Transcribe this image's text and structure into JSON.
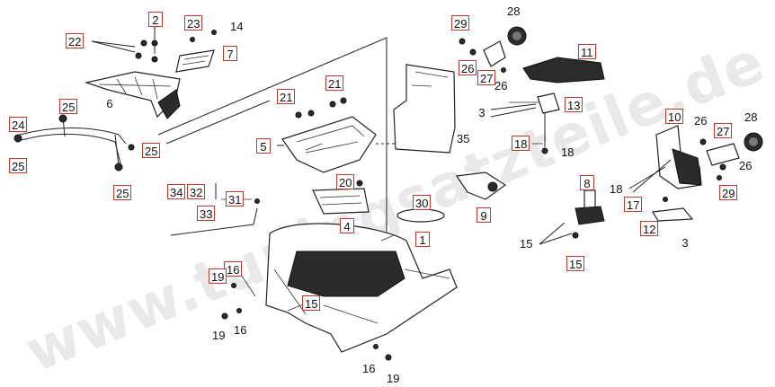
{
  "watermark": "www.tuningsatzteile.de",
  "callouts": [
    {
      "id": "c2",
      "text": "2",
      "boxed": true
    },
    {
      "id": "c22",
      "text": "22",
      "boxed": true
    },
    {
      "id": "c23",
      "text": "23",
      "boxed": true
    },
    {
      "id": "c14",
      "text": "14",
      "boxed": false
    },
    {
      "id": "c7",
      "text": "7",
      "boxed": true
    },
    {
      "id": "c6",
      "text": "6",
      "boxed": false
    },
    {
      "id": "c25a",
      "text": "25",
      "boxed": true
    },
    {
      "id": "c24",
      "text": "24",
      "boxed": true
    },
    {
      "id": "c25b",
      "text": "25",
      "boxed": true
    },
    {
      "id": "c25c",
      "text": "25",
      "boxed": true
    },
    {
      "id": "c25d",
      "text": "25",
      "boxed": true
    },
    {
      "id": "c21a",
      "text": "21",
      "boxed": true
    },
    {
      "id": "c21b",
      "text": "21",
      "boxed": true
    },
    {
      "id": "c5",
      "text": "5",
      "boxed": true
    },
    {
      "id": "c20",
      "text": "20",
      "boxed": true
    },
    {
      "id": "c4",
      "text": "4",
      "boxed": true
    },
    {
      "id": "c35",
      "text": "35",
      "boxed": false
    },
    {
      "id": "c29a",
      "text": "29",
      "boxed": true
    },
    {
      "id": "c28a",
      "text": "28",
      "boxed": false
    },
    {
      "id": "c26a",
      "text": "26",
      "boxed": true
    },
    {
      "id": "c27a",
      "text": "27",
      "boxed": true
    },
    {
      "id": "c26b",
      "text": "26",
      "boxed": false
    },
    {
      "id": "c11",
      "text": "11",
      "boxed": true
    },
    {
      "id": "c3a",
      "text": "3",
      "boxed": false
    },
    {
      "id": "c13",
      "text": "13",
      "boxed": true
    },
    {
      "id": "c18a",
      "text": "18",
      "boxed": true
    },
    {
      "id": "c18b",
      "text": "18",
      "boxed": false
    },
    {
      "id": "c9",
      "text": "9",
      "boxed": true
    },
    {
      "id": "c30",
      "text": "30",
      "boxed": true
    },
    {
      "id": "c1",
      "text": "1",
      "boxed": true
    },
    {
      "id": "c34",
      "text": "34",
      "boxed": true
    },
    {
      "id": "c32",
      "text": "32",
      "boxed": true
    },
    {
      "id": "c31",
      "text": "31",
      "boxed": true
    },
    {
      "id": "c33",
      "text": "33",
      "boxed": true
    },
    {
      "id": "c16a",
      "text": "16",
      "boxed": true
    },
    {
      "id": "c19a",
      "text": "19",
      "boxed": true
    },
    {
      "id": "c15a",
      "text": "15",
      "boxed": true
    },
    {
      "id": "c19b",
      "text": "19",
      "boxed": false
    },
    {
      "id": "c16b",
      "text": "16",
      "boxed": false
    },
    {
      "id": "c16c",
      "text": "16",
      "boxed": false
    },
    {
      "id": "c19c",
      "text": "19",
      "boxed": false
    },
    {
      "id": "c8",
      "text": "8",
      "boxed": true
    },
    {
      "id": "c15b",
      "text": "15",
      "boxed": false
    },
    {
      "id": "c15c",
      "text": "15",
      "boxed": true
    },
    {
      "id": "c10",
      "text": "10",
      "boxed": true
    },
    {
      "id": "c26c",
      "text": "26",
      "boxed": false
    },
    {
      "id": "c27b",
      "text": "27",
      "boxed": true
    },
    {
      "id": "c28b",
      "text": "28",
      "boxed": false
    },
    {
      "id": "c26d",
      "text": "26",
      "boxed": false
    },
    {
      "id": "c29b",
      "text": "29",
      "boxed": true
    },
    {
      "id": "c18c",
      "text": "18",
      "boxed": false
    },
    {
      "id": "c17",
      "text": "17",
      "boxed": true
    },
    {
      "id": "c12",
      "text": "12",
      "boxed": true
    },
    {
      "id": "c3b",
      "text": "3",
      "boxed": false
    }
  ]
}
